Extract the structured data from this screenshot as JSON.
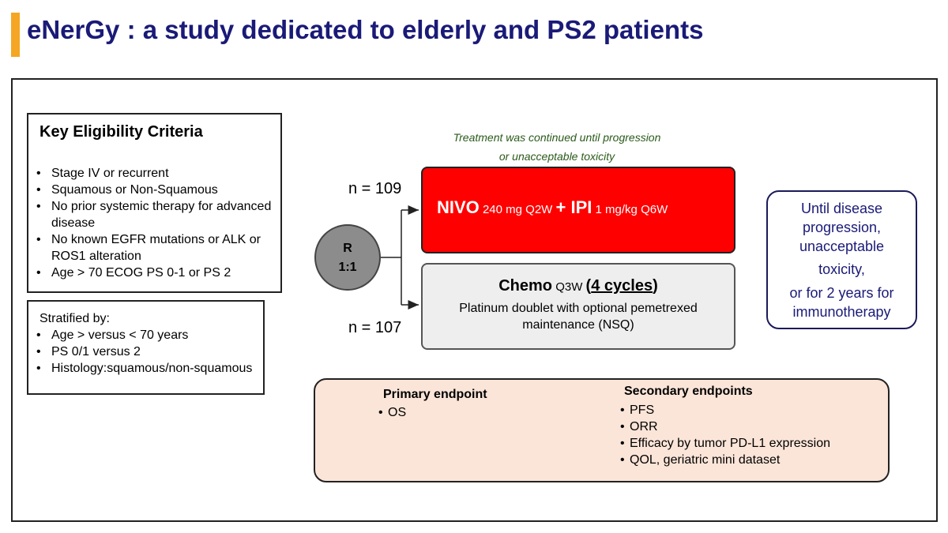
{
  "slide": {
    "title": "eNerGy : a study dedicated to elderly and PS2 patients",
    "accent_color": "#f5a623",
    "title_color": "#1a1a78"
  },
  "eligibility": {
    "title": "Key Eligibility Criteria",
    "items": [
      "Stage IV or recurrent",
      "Squamous or Non-Squamous",
      "No prior systemic therapy for advanced disease",
      "No known EGFR mutations or ALK or ROS1 alteration",
      "Age > 70 ECOG PS 0-1 or PS 2"
    ]
  },
  "stratification": {
    "title": "Stratified by:",
    "items": [
      "Age > versus < 70 years",
      "PS 0/1 versus 2",
      "Histology:squamous/non-squamous"
    ]
  },
  "treatment_note": {
    "line1": "Treatment was continued until progression",
    "line2": "or unacceptable toxicity"
  },
  "randomization": {
    "line1": "R",
    "line2": "1:1"
  },
  "arms": {
    "nivo": {
      "n": "n = 109",
      "drug1": "NIVO",
      "dose1": " 240 mg Q2W ",
      "plus": "+ ",
      "drug2": "IPI",
      "dose2": " 1 mg/kg Q6W",
      "color": "#ff0000"
    },
    "chemo": {
      "n": "n = 107",
      "drug": "Chemo",
      "schedule": " Q3W ",
      "paren_open": "(",
      "cycles": "4 cycles",
      "paren_close": ")",
      "description": "Platinum doublet with optional pemetrexed maintenance (NSQ)",
      "color": "#eeeeee"
    }
  },
  "duration": {
    "line1": "Until disease",
    "line2": "progression,",
    "line3": "unacceptable",
    "line4": "toxicity,",
    "line5": "or for 2 years for",
    "line6": "immunotherapy"
  },
  "endpoints": {
    "primary_title": "Primary endpoint",
    "primary_items": [
      "OS"
    ],
    "secondary_title": "Secondary endpoints",
    "secondary_items": [
      "PFS",
      "ORR",
      "Efficacy by tumor PD-L1 expression",
      "QOL, geriatric mini dataset"
    ],
    "background_color": "#fbe5d8"
  }
}
